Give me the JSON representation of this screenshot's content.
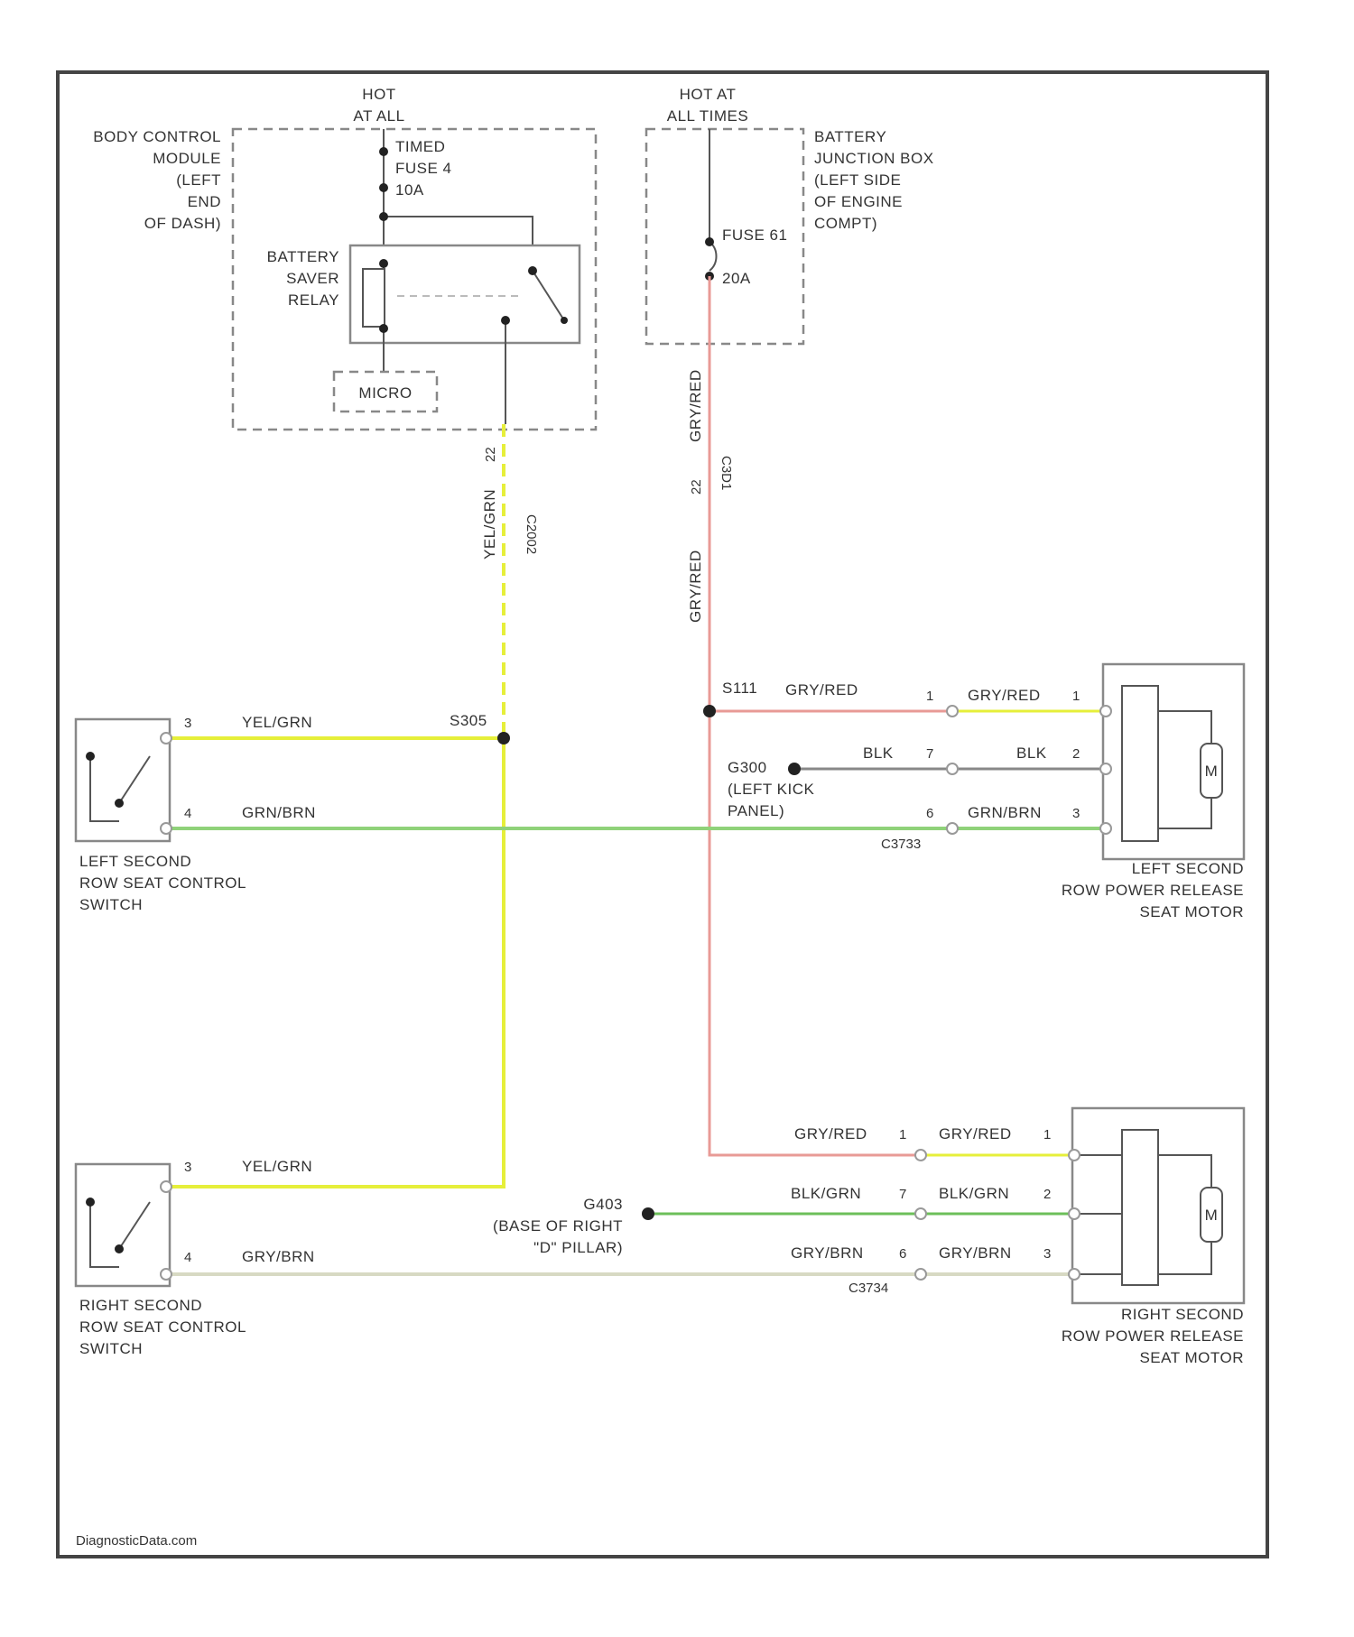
{
  "title": "",
  "colors": {
    "yel_grn": "#e6ef3a",
    "gry_red": "#e89a96",
    "grn_brn": "#8fd27a",
    "blk": "#888888",
    "blk_grn": "#6cbf5a",
    "gry_brn": "#d7d9c3",
    "frame": "#444444",
    "component": "#888888"
  },
  "labels": {
    "hot_at_all": [
      "HOT",
      "AT ALL"
    ],
    "hot_at_all_times": [
      "HOT AT",
      "ALL TIMES"
    ],
    "bcm": [
      "BODY CONTROL",
      "MODULE",
      "(LEFT",
      "END",
      "OF DASH)"
    ],
    "bjb": [
      "BATTERY",
      "JUNCTION BOX",
      "(LEFT SIDE",
      "OF ENGINE",
      "COMPT)"
    ],
    "fuse4": [
      "TIMED",
      "FUSE 4",
      "10A"
    ],
    "fuse61": [
      "FUSE 61",
      "20A"
    ],
    "relay": [
      "BATTERY",
      "SAVER",
      "RELAY"
    ],
    "micro": "MICRO",
    "wire_yel_grn": "YEL/GRN",
    "wire_gry_red": "GRY/RED",
    "wire_grn_brn": "GRN/BRN",
    "wire_blk": "BLK",
    "wire_blk_grn": "BLK/GRN",
    "wire_gry_brn": "GRY/BRN",
    "c_bcm": "C2002",
    "c_s": "C3D1",
    "s_yel": "S305",
    "s_gry": "S111",
    "g_left": "G300",
    "g_left_loc": [
      "(LEFT KICK",
      "PANEL)"
    ],
    "g_right": "G403",
    "g_right_loc": [
      "(BASE OF RIGHT",
      "\"D\" PILLAR)"
    ],
    "c_left": "C3733",
    "c_right": "C3734",
    "pin_22": "22",
    "pin_7": "7",
    "pin_1": "1",
    "pin_2": "2",
    "pin_3": "3",
    "pin_4": "4",
    "pin_6": "6",
    "motor": "M",
    "left_switch": [
      "LEFT SECOND",
      "ROW SEAT CONTROL",
      "SWITCH"
    ],
    "right_switch": [
      "RIGHT SECOND",
      "ROW SEAT CONTROL",
      "SWITCH"
    ],
    "left_motor": [
      "LEFT SECOND",
      "ROW POWER RELEASE",
      "SEAT MOTOR"
    ],
    "right_motor": [
      "RIGHT SECOND",
      "ROW POWER RELEASE",
      "SEAT MOTOR"
    ],
    "footer": "DiagnosticData.com"
  }
}
